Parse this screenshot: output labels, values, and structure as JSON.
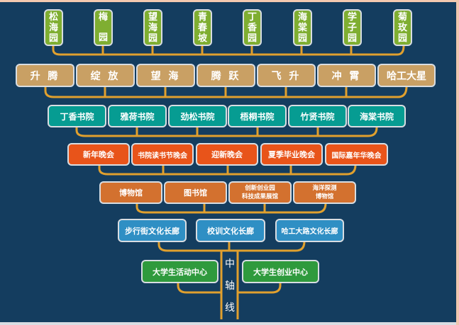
{
  "diagram": {
    "axis_label_chars": [
      "中",
      "轴",
      "线"
    ],
    "colors": {
      "background": "#143d5f",
      "connector": "#e0a02e",
      "row1": "#7fae31",
      "row2": "#c9a064",
      "row3": "#069c92",
      "row4": "#e8541a",
      "row5": "#d3712f",
      "row6": "#2f8fc4",
      "row7": "#2f9a3d"
    },
    "rows": [
      {
        "name": "gardens",
        "items": [
          {
            "label": "松海园",
            "chars": [
              "松",
              "海",
              "园"
            ]
          },
          {
            "label": "梅园",
            "chars": [
              "梅",
              "",
              "园"
            ]
          },
          {
            "label": "望海园",
            "chars": [
              "望",
              "海",
              "园"
            ]
          },
          {
            "label": "青春坡",
            "chars": [
              "青",
              "春",
              "坡"
            ]
          },
          {
            "label": "丁香园",
            "chars": [
              "丁",
              "香",
              "园"
            ]
          },
          {
            "label": "海棠园",
            "chars": [
              "海",
              "棠",
              "园"
            ]
          },
          {
            "label": "学子园",
            "chars": [
              "学",
              "子",
              "园"
            ]
          },
          {
            "label": "菊玫园",
            "chars": [
              "菊",
              "玫",
              "园"
            ]
          }
        ]
      },
      {
        "name": "spirit",
        "items": [
          {
            "label": "升 腾"
          },
          {
            "label": "绽 放"
          },
          {
            "label": "望 海"
          },
          {
            "label": "腾 跃"
          },
          {
            "label": "飞 升"
          },
          {
            "label": "冲 霄"
          },
          {
            "label": "哈工大星"
          }
        ]
      },
      {
        "name": "colleges",
        "items": [
          {
            "label": "丁香书院"
          },
          {
            "label": "雅荷书院"
          },
          {
            "label": "劲松书院"
          },
          {
            "label": "梧桐书院"
          },
          {
            "label": "竹贤书院"
          },
          {
            "label": "海棠书院"
          }
        ]
      },
      {
        "name": "galas",
        "items": [
          {
            "label": "新年晚会"
          },
          {
            "label": "书院读书节晚会"
          },
          {
            "label": "迎新晚会"
          },
          {
            "label": "夏季毕业晚会"
          },
          {
            "label": "国际嘉年华晚会"
          }
        ]
      },
      {
        "name": "venues",
        "items": [
          {
            "label": "博物馆"
          },
          {
            "label": "图书馆"
          },
          {
            "label": "创新创业园 科技成果展馆",
            "lines": [
              "创新创业园",
              "科技成果展馆"
            ]
          },
          {
            "label": "海洋探测 博物馆",
            "lines": [
              "海洋探测",
              "博物馆"
            ]
          }
        ]
      },
      {
        "name": "corridors",
        "items": [
          {
            "label": "步行街文化长廊"
          },
          {
            "label": "校训文化长廊"
          },
          {
            "label": "哈工大路文化长廊"
          }
        ]
      },
      {
        "name": "centers",
        "items": [
          {
            "label": "大学生活动中心"
          },
          {
            "label": "大学生创业中心"
          }
        ]
      }
    ]
  }
}
